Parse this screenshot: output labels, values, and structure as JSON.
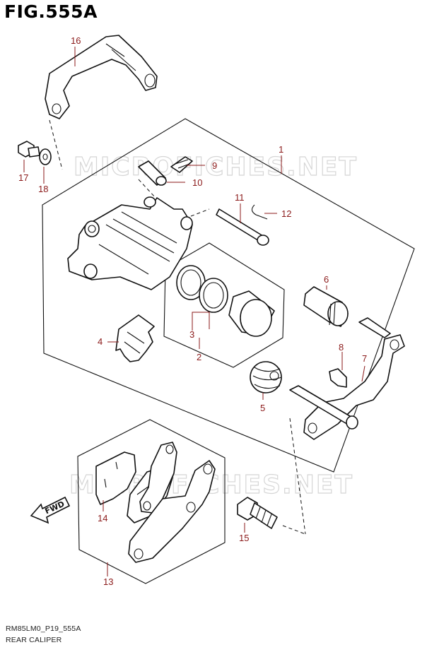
{
  "figure": {
    "title": "FIG.555A",
    "code": "RM85LM0_P19_555A",
    "name": "REAR CALIPER",
    "watermark": "MICROFICHES.NET"
  },
  "direction": {
    "label": "FWD"
  },
  "callouts": [
    "1",
    "2",
    "3",
    "4",
    "5",
    "6",
    "7",
    "8",
    "9",
    "10",
    "11",
    "12",
    "13",
    "14",
    "15",
    "16",
    "17",
    "18"
  ],
  "colors": {
    "callout": "#8b1a1a",
    "line": "#111111",
    "watermark": "#d6d6d6"
  }
}
